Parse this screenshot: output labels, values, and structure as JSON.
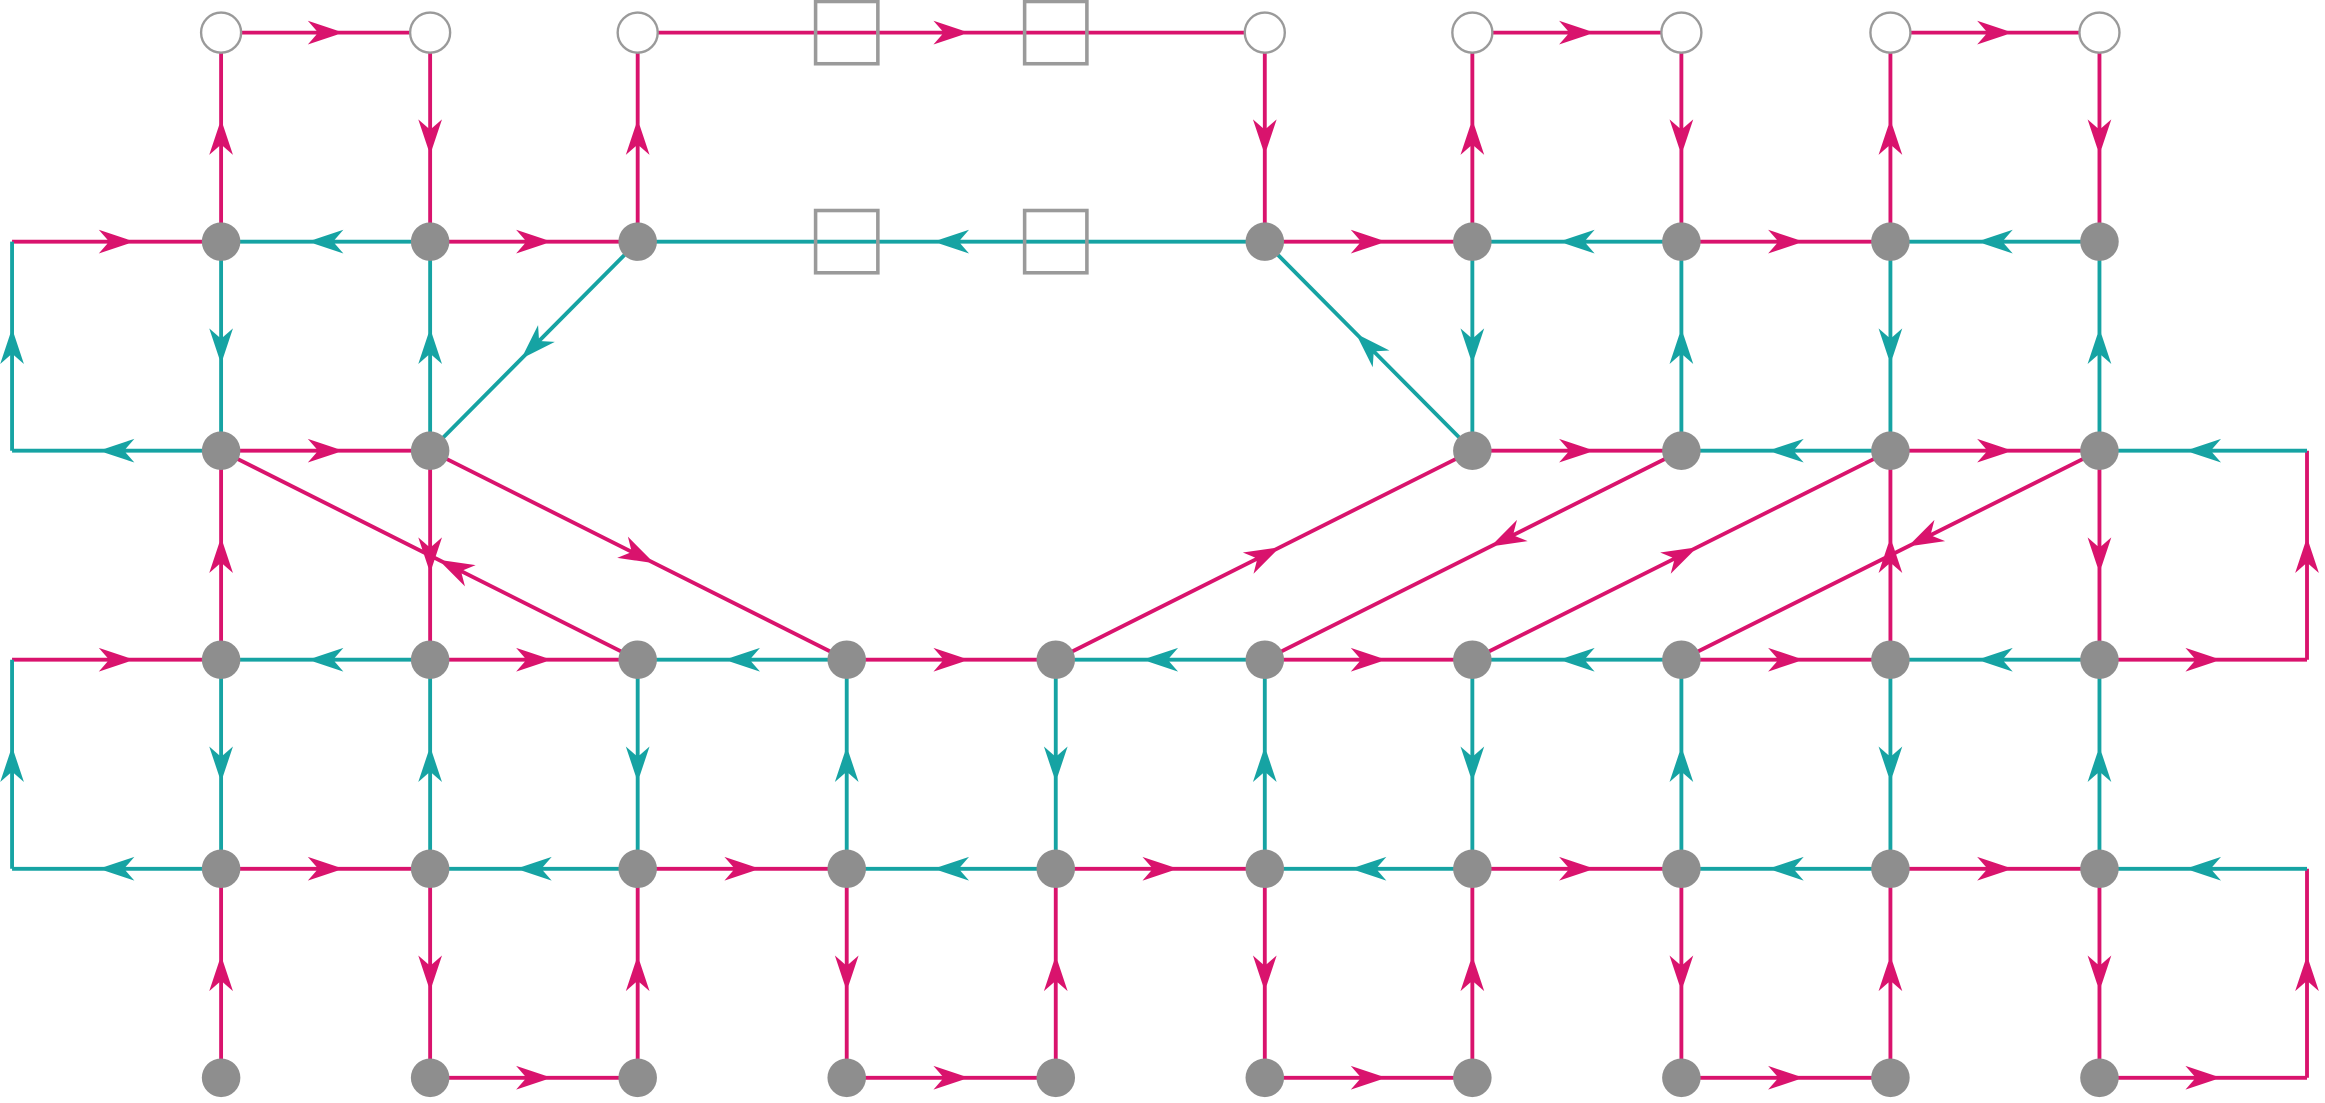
{
  "colors": {
    "magenta": "#d9136d",
    "teal": "#16a3a3",
    "node_fill": "#8e8e8e",
    "open_stroke": "#9a9a9a",
    "background": "#ffffff"
  },
  "node_kinds": [
    "filled-circle",
    "open-circle",
    "open-square"
  ],
  "edge_colors": [
    "magenta",
    "teal"
  ]
}
